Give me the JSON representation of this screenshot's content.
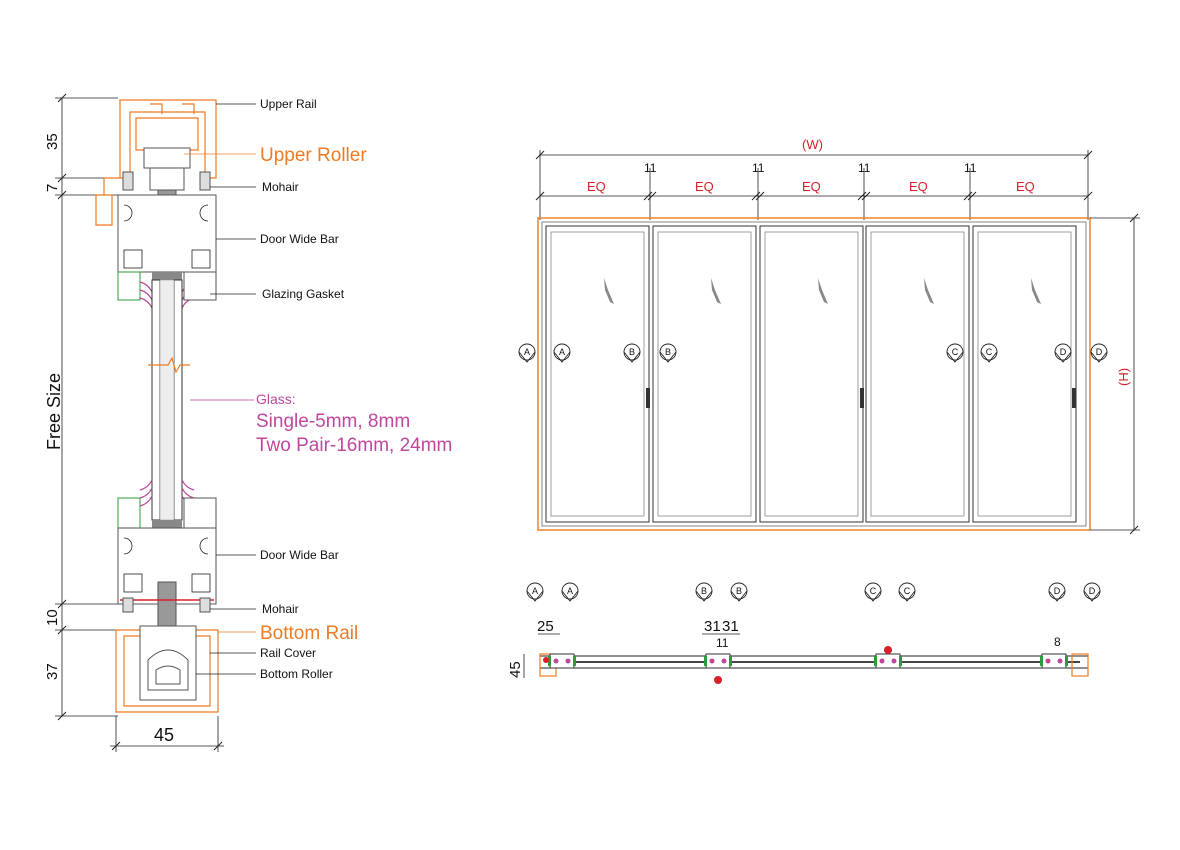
{
  "section": {
    "labels": {
      "upper_rail": "Upper Rail",
      "upper_roller": "Upper Roller",
      "mohair_top": "Mohair",
      "door_wide_bar_top": "Door Wide Bar",
      "glazing_gasket": "Glazing Gasket",
      "glass_title": "Glass:",
      "glass_line1": "Single-5mm, 8mm",
      "glass_line2": "Two Pair-16mm, 24mm",
      "door_wide_bar_bottom": "Door Wide Bar",
      "mohair_bottom": "Mohair",
      "bottom_rail": "Bottom Rail",
      "rail_cover": "Rail Cover",
      "bottom_roller": "Bottom Roller"
    },
    "dims": {
      "d35": "35",
      "d7": "7",
      "free_size": "Free Size",
      "d10": "10",
      "d37": "37",
      "d45": "45"
    }
  },
  "elevation": {
    "width_label": "(W)",
    "height_label": "(H)",
    "panel_labels": [
      "EQ",
      "EQ",
      "EQ",
      "EQ",
      "EQ"
    ],
    "gap_labels": [
      "11",
      "11",
      "11",
      "11"
    ],
    "section_markers": [
      "A",
      "A",
      "B",
      "B",
      "C",
      "C",
      "D",
      "D"
    ]
  },
  "plan": {
    "markers": [
      "A",
      "A",
      "B",
      "B",
      "C",
      "C",
      "D",
      "D"
    ],
    "dims": {
      "d25": "25",
      "d31a": "31",
      "d31b": "31",
      "d11": "11",
      "d45": "45",
      "d8": "8"
    }
  },
  "colors": {
    "frame": "#ee7b22",
    "glass_note": "#c0479d",
    "dimension_red": "#d8202a",
    "gasket_green": "#2e9b3a"
  }
}
